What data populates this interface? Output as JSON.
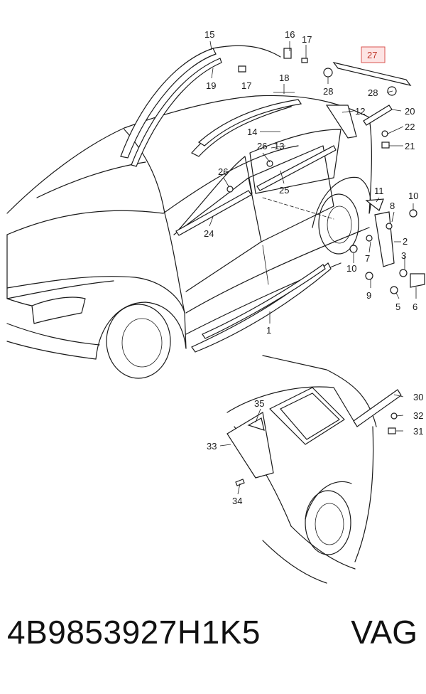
{
  "labels": {
    "l1": "1",
    "l2": "2",
    "l3": "3",
    "l5": "5",
    "l6": "6",
    "l7": "7",
    "l8": "8",
    "l9": "9",
    "l10a": "10",
    "l10b": "10",
    "l11": "11",
    "l12": "12",
    "l13": "13",
    "l14": "14",
    "l15": "15",
    "l16": "16",
    "l17": "17",
    "l18": "18",
    "l19": "19",
    "l20": "20",
    "l21": "21",
    "l22": "22",
    "l24": "24",
    "l25": "25",
    "l26a": "26",
    "l26b": "26",
    "l27": "27",
    "l28a": "28",
    "l28b": "28",
    "l30": "30",
    "l31": "31",
    "l32": "32",
    "l33": "33",
    "l34": "34",
    "l35": "35"
  },
  "highlight_color": "#d9534f",
  "footer": {
    "part_number": "4B9853927H1K5",
    "brand": "VAG"
  }
}
